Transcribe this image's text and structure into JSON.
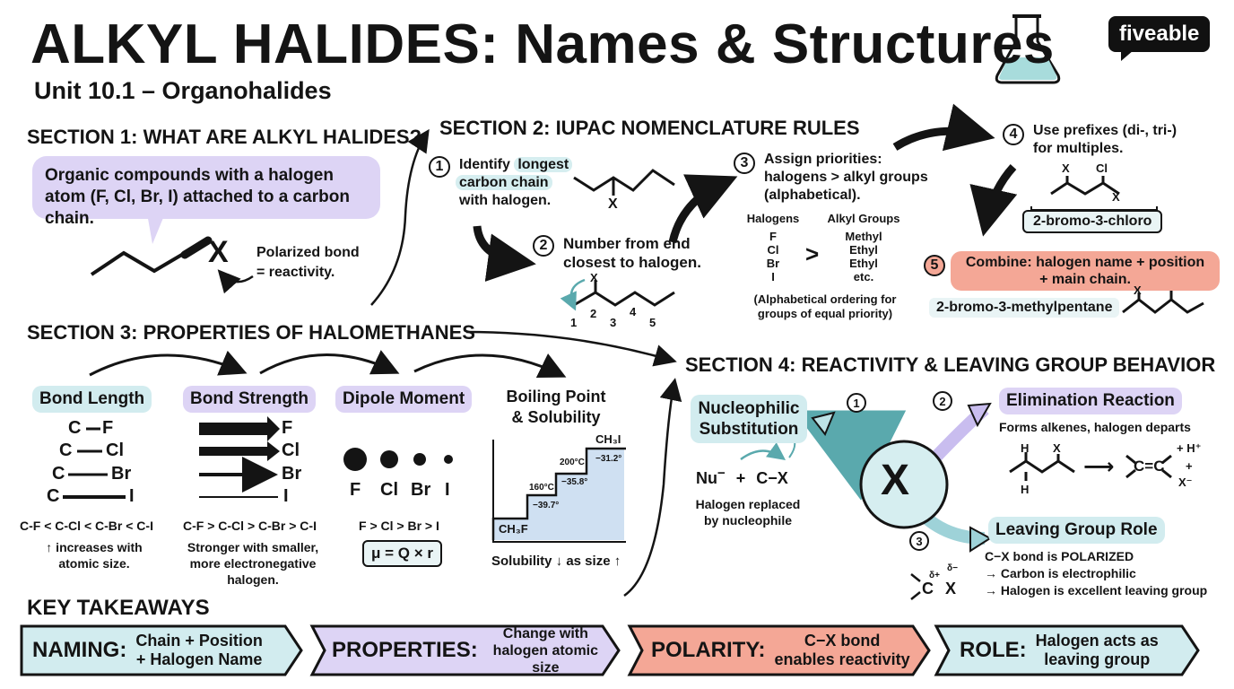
{
  "header": {
    "title": "ALKYL HALIDES: Names & Structures",
    "subtitle": "Unit 10.1 – Organohalides",
    "logo": "fiveable",
    "icons": [
      "flask-icon"
    ]
  },
  "section1": {
    "heading": "SECTION 1: WHAT ARE ALKYL HALIDES?",
    "definition": "Organic compounds with a halogen atom (F, Cl, Br, I) attached to a carbon chain.",
    "halogen_symbol": "X",
    "note_line1": "Polarized bond",
    "note_line2": "= reactivity."
  },
  "section2": {
    "heading": "SECTION 2: IUPAC NOMENCLATURE RULES",
    "step1_num": "1",
    "step1_line1_a": "Identify ",
    "step1_line1_b": "longest",
    "step1_line2": "carbon chain",
    "step1_line3": "with halogen.",
    "step1_x": "X",
    "step2_num": "2",
    "step2_line1": "Number from end",
    "step2_line2": "closest to halogen.",
    "step2_x": "X",
    "step2_numbers": [
      "1",
      "2",
      "3",
      "4",
      "5"
    ],
    "step3_num": "3",
    "step3_line1": "Assign priorities:",
    "step3_line2": "halogens > alkyl groups",
    "step3_line3": "(alphabetical).",
    "halogens_header": "Halogens",
    "halogens": [
      "F",
      "Cl",
      "Br",
      "I"
    ],
    "greater": ">",
    "alkyl_header": "Alkyl Groups",
    "alkyl_groups": [
      "Methyl",
      "Ethyl",
      "Ethyl",
      "etc."
    ],
    "priority_note_line1": "(Alphabetical ordering for",
    "priority_note_line2": "groups of equal priority)",
    "step4_num": "4",
    "step4_line1": "Use prefixes (di-, tri-)",
    "step4_line2": "for multiples.",
    "step4_labels": [
      "X",
      "Cl",
      "X"
    ],
    "step4_name": "2-bromo-3-chloro",
    "step5_num": "5",
    "step5_line1": "Combine: halogen name + position",
    "step5_line2": "+ main chain.",
    "step5_name": "2-bromo-3-methylpentane",
    "step5_x": "X"
  },
  "section3": {
    "heading": "SECTION 3: PROPERTIES OF HALOMETHANES",
    "bond_length": {
      "label": "Bond Length",
      "rows": [
        [
          "C",
          "F"
        ],
        [
          "C",
          "Cl"
        ],
        [
          "C",
          "Br"
        ],
        [
          "C",
          "I"
        ]
      ],
      "order": "C-F < C-Cl < C-Br < C-I",
      "note_line1": "↑ increases with",
      "note_line2": "atomic size."
    },
    "bond_strength": {
      "label": "Bond Strength",
      "rows": [
        "F",
        "Cl",
        "Br",
        "I"
      ],
      "order": "C-F > C-Cl > C-Br > C-I",
      "note_line1": "Stronger with smaller,",
      "note_line2": "more electronegative",
      "note_line3": "halogen."
    },
    "dipole_moment": {
      "label": "Dipole Moment",
      "atoms": [
        "F",
        "Cl",
        "Br",
        "I"
      ],
      "order": "F > Cl > Br > I",
      "formula": "μ = Q × r"
    },
    "boiling_point": {
      "label_line1": "Boiling Point",
      "label_line2": "& Solubility",
      "top_label": "CH₃I",
      "bottom_label": "CH₃F",
      "steps": [
        "−31.2°",
        "200°C",
        "−35.8°",
        "160°C",
        "−39.7°"
      ],
      "solubility": "Solubility ↓ as size ↑"
    }
  },
  "section4": {
    "heading": "SECTION 4: REACTIVITY & LEAVING GROUP BEHAVIOR",
    "center": "X",
    "path_nums": [
      "1",
      "2",
      "3"
    ],
    "nucleophilic": {
      "label_line1": "Nucleophilic",
      "label_line2": "Substitution",
      "eq_nu": "Nu",
      "eq_minus": "−",
      "eq_plus": "+",
      "eq_cx": "C−X",
      "desc_line1": "Halogen replaced",
      "desc_line2": "by nucleophile"
    },
    "elimination": {
      "label": "Elimination Reaction",
      "desc": "Forms alkenes, halogen departs",
      "h_labels": [
        "H",
        "X",
        "H"
      ],
      "arrow": "⟶",
      "product": "C=C",
      "product_extra": [
        "+ H⁺",
        "+",
        "X⁻"
      ]
    },
    "leaving_group": {
      "label": "Leaving Group Role",
      "line1": "C−X bond is POLARIZED",
      "line2": "→ Carbon is electrophilic",
      "line3": "→ Halogen is excellent leaving group",
      "polar_c": "C",
      "polar_x": "X",
      "delta_plus": "δ+",
      "delta_minus": "δ−"
    }
  },
  "takeaways": {
    "heading": "KEY TAKEAWAYS",
    "items": [
      {
        "key": "NAMING:",
        "line1": "Chain + Position",
        "line2": "+ Halogen Name",
        "color": "#d2ecef"
      },
      {
        "key": "PROPERTIES:",
        "line1": "Change with",
        "line2": "halogen atomic size",
        "color": "#ddd4f5"
      },
      {
        "key": "POLARITY:",
        "line1": "C−X bond",
        "line2": "enables reactivity",
        "color": "#f4a796"
      },
      {
        "key": "ROLE:",
        "line1": "Halogen acts as",
        "line2": "leaving group",
        "color": "#d2ecef"
      }
    ]
  },
  "colors": {
    "teal": "#d2ecef",
    "purple": "#ddd4f5",
    "salmon": "#f4a796",
    "ink": "#141414"
  }
}
